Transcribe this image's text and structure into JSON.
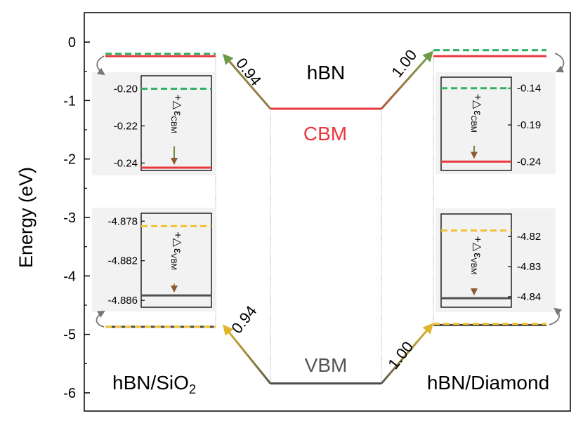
{
  "chart_data": {
    "type": "energy-level-diagram",
    "ylabel": "Energy (eV)",
    "ylim": [
      -6.2,
      0.45
    ],
    "yticks": [
      0,
      -1,
      -2,
      -3,
      -4,
      -5,
      -6
    ],
    "levels": {
      "hbn": {
        "label": "hBN",
        "cbm": -1.14,
        "vbm": -5.84
      },
      "sio2": {
        "label": "hBN/SiO",
        "label_sub": "2",
        "cbm": -0.24,
        "vbm": -4.87,
        "cbm_dashed": -0.2,
        "vbm_dashed": -4.87
      },
      "diamond": {
        "label": "hBN/Diamond",
        "cbm": -0.24,
        "vbm": -4.84,
        "cbm_dashed": -0.14,
        "vbm_dashed": -4.82
      }
    },
    "band_labels": {
      "cbm": "CBM",
      "vbm": "VBM"
    },
    "transitions": [
      {
        "from": "sio2",
        "band": "cbm",
        "value": "0.94"
      },
      {
        "from": "sio2",
        "band": "vbm",
        "value": "0.94"
      },
      {
        "from": "diamond",
        "band": "cbm",
        "value": "1.00"
      },
      {
        "from": "diamond",
        "band": "vbm",
        "value": "1.00"
      }
    ],
    "insets": [
      {
        "id": "sio2-cbm",
        "side": "left",
        "ticks": [
          "-0.20",
          "-0.22",
          "-0.24"
        ],
        "tick_values": [
          -0.2,
          -0.22,
          -0.24
        ],
        "ylim": [
          -0.193,
          -0.244
        ],
        "dashed": -0.2,
        "solid": -0.2425,
        "dashed_color": "#2fb062",
        "solid_color": "#e8383d",
        "delta": "+△",
        "eps": "ε",
        "eps_sub": "CBM"
      },
      {
        "id": "sio2-vbm",
        "side": "left",
        "ticks": [
          "-4.878",
          "-4.882",
          "-4.886"
        ],
        "tick_values": [
          -4.878,
          -4.882,
          -4.886
        ],
        "ylim": [
          -4.8772,
          -4.8867
        ],
        "dashed": -4.8785,
        "solid": -4.8855,
        "dashed_color": "#f1c232",
        "solid_color": "#505050",
        "delta": "+△",
        "eps": "ε",
        "eps_sub": "VBM"
      },
      {
        "id": "diamond-cbm",
        "side": "right",
        "ticks": [
          "-0.14",
          "-0.19",
          "-0.24"
        ],
        "tick_values": [
          -0.14,
          -0.19,
          -0.24
        ],
        "ylim": [
          -0.125,
          -0.252
        ],
        "dashed": -0.14,
        "solid": -0.24,
        "dashed_color": "#2fb062",
        "solid_color": "#e8383d",
        "delta": "+△",
        "eps": "ε",
        "eps_sub": "CBM"
      },
      {
        "id": "diamond-vbm",
        "side": "right",
        "ticks": [
          "-4.82",
          "-4.83",
          "-4.84"
        ],
        "tick_values": [
          -4.82,
          -4.83,
          -4.84
        ],
        "ylim": [
          -4.8125,
          -4.8435
        ],
        "dashed": -4.818,
        "solid": -4.8405,
        "dashed_color": "#f1c232",
        "solid_color": "#505050",
        "delta": "+△",
        "eps": "ε",
        "eps_sub": "VBM"
      }
    ],
    "colors": {
      "cbm": "#e8383d",
      "vbm": "#4a4a4a",
      "cbm_dashed": "#2fb062",
      "vbm_dashed": "#f1c232",
      "arrow_green": "#6d9a48",
      "arrow_gold": "#c9a227",
      "arrow_brown": "#8b5a32"
    }
  }
}
